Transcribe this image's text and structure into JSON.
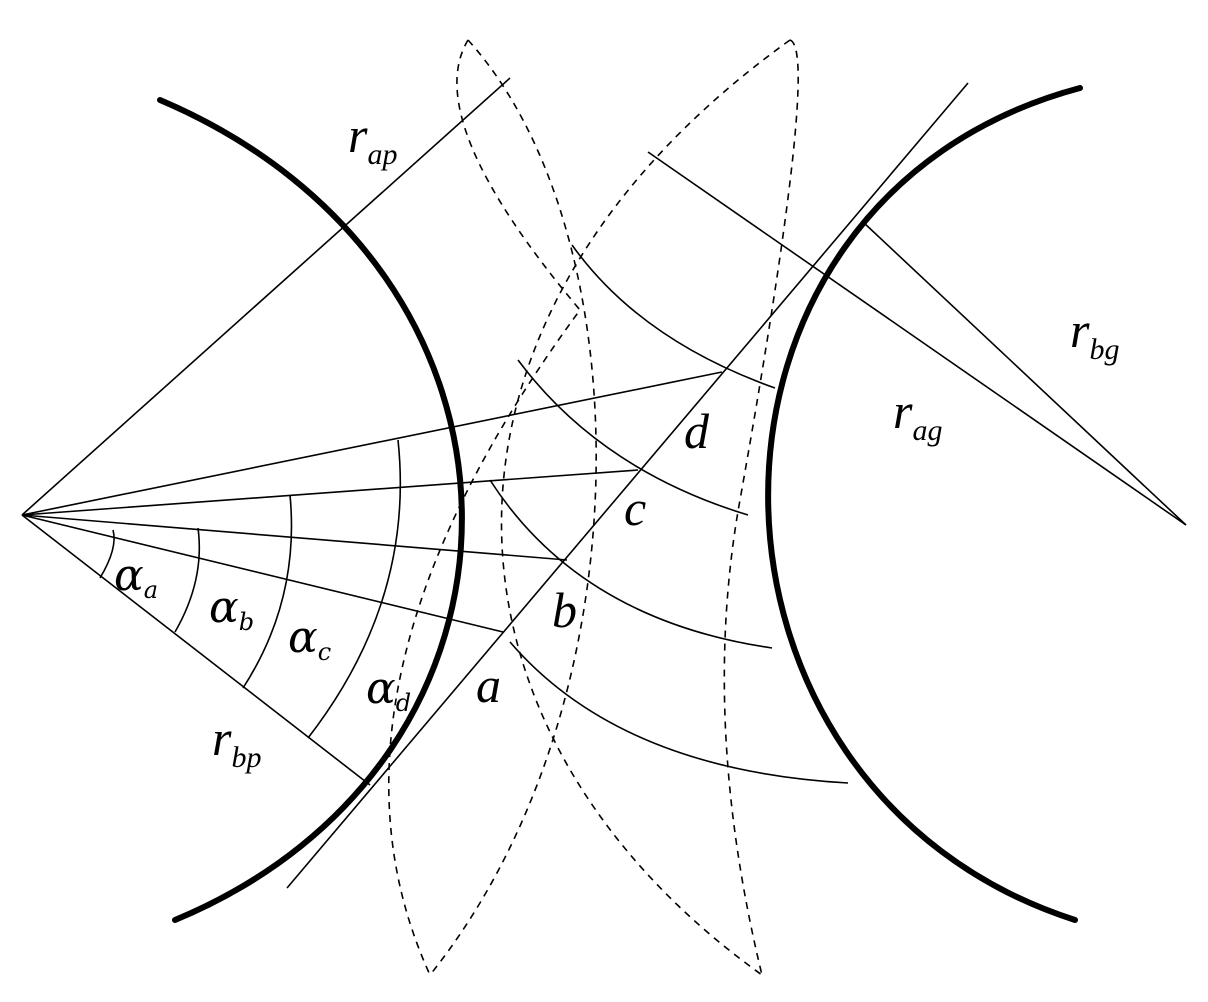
{
  "labels": {
    "r_ap": {
      "base": "r",
      "sub": "ap"
    },
    "r_bp": {
      "base": "r",
      "sub": "bp"
    },
    "r_bg": {
      "base": "r",
      "sub": "bg"
    },
    "r_ag": {
      "base": "r",
      "sub": "ag"
    },
    "point_a": "a",
    "point_b": "b",
    "point_c": "c",
    "point_d": "d",
    "alpha_a": {
      "base": "α",
      "sub": "a"
    },
    "alpha_b": {
      "base": "α",
      "sub": "b"
    },
    "alpha_c": {
      "base": "α",
      "sub": "c"
    },
    "alpha_d": {
      "base": "α",
      "sub": "d"
    }
  }
}
